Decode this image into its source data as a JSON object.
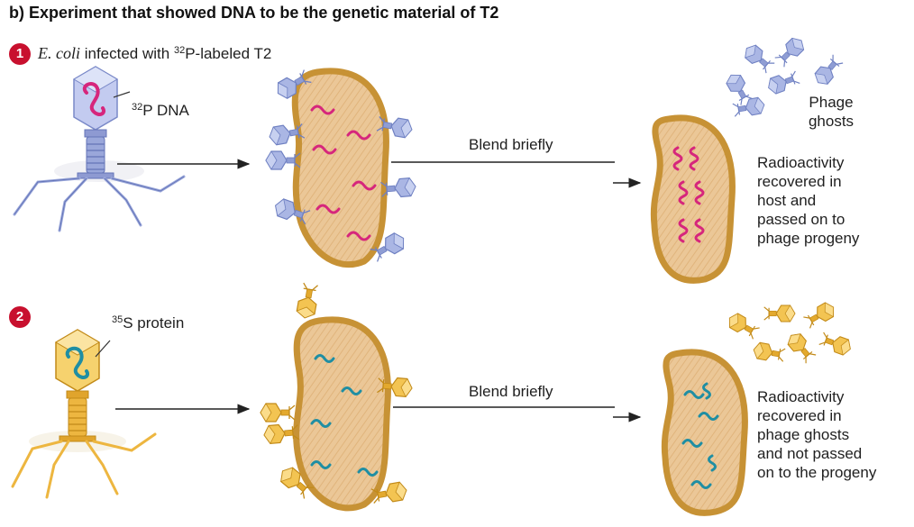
{
  "title": "b) Experiment that showed DNA to be the genetic material of T2",
  "step1": {
    "badge": "1",
    "heading_italic": "E. coli",
    "heading_rest_a": " infected with ",
    "heading_sup": "32",
    "heading_rest_b": "P-labeled T2",
    "label_sup": "32",
    "label_rest": "P DNA",
    "blend": "Blend briefly",
    "ghosts_line1": "Phage",
    "ghosts_line2": "ghosts",
    "result_lines": [
      "Radioactivity",
      "recovered in",
      "host and",
      "passed on to",
      "phage progeny"
    ]
  },
  "step2": {
    "badge": "2",
    "label_sup": "35",
    "label_rest": "S protein",
    "blend": "Blend briefly",
    "result_lines": [
      "Radioactivity",
      "recovered in",
      "phage ghosts",
      "and not passed",
      "on to the progeny"
    ]
  },
  "colors": {
    "phage_p": "#a7b4e2",
    "phage_p_dark": "#7283c4",
    "phage_s": "#f0c04a",
    "phage_s_dark": "#c8921c",
    "cell_fill": "#e9c493",
    "cell_border": "#c79235",
    "dna_32p": "#d6267c",
    "dna_35s": "#1f8ea3",
    "badge": "#c8102e"
  }
}
